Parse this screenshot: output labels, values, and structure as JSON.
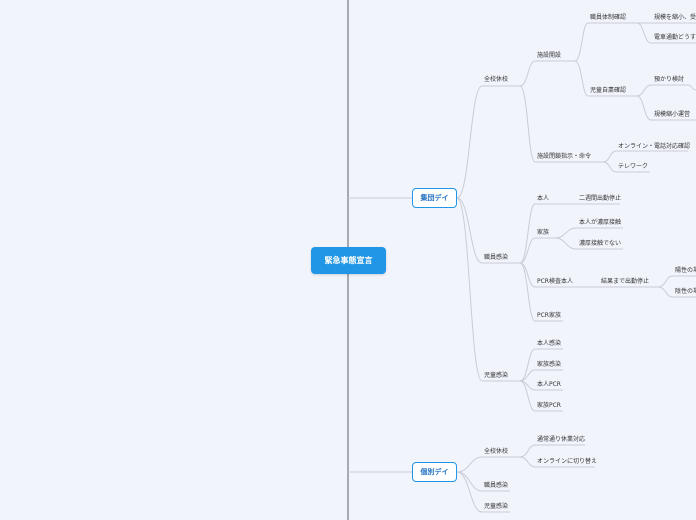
{
  "root": "緊急事態宣言",
  "main_topics": {
    "shudan": "集団デイ",
    "kobetsu": "個別デイ"
  },
  "labels": {
    "zenkoku_kyuko": "全校休校",
    "shisetsu_kaisetsu": "施設開設",
    "shokuin_taisei": "職員体制確認",
    "kibo_shukusho": "規模を縮小、受入",
    "denwa_renraku": "電車通勤どうする",
    "jidou_jitaku": "児童自粛確認",
    "uchu_kento": "預かり検討",
    "kibo_shoeigyo": "規模縮小運営",
    "shisetsu_heisa": "施設閉鎖指示・命令",
    "online_denwa": "オンライン・電話対応確認",
    "telework": "テレワーク",
    "shokuin_kansen": "職員感染",
    "honnin": "本人",
    "nishuukan": "二週間出勤停止",
    "kazoku": "家族",
    "honnin_noukou": "本人が濃厚接触",
    "noukou_nai": "濃厚接触でない",
    "pcr_honnin": "PCR検査本人",
    "kekka_made": "結果まで出勤停止",
    "yousei_no": "陽性の場",
    "insei_no": "陰性の場",
    "pcr_kazoku": "PCR家族",
    "jidou_kansen": "児童感染",
    "honnin_kansen": "本人感染",
    "kazoku_kansen": "家族感染",
    "honnin_pcr": "本人PCR",
    "kazoku_pcr": "家族PCR",
    "zenkoku_kyuko2": "全校休校",
    "tsujou_kyugyo": "通常通り休業対応",
    "online_kirikae": "オンラインに切り替え",
    "shokuin_kansen2": "職員感染",
    "jidou_kansen2": "児童感染"
  },
  "colors": {
    "background": "#f2f4fc",
    "accent": "#2196e6",
    "connector": "#c8ccd6",
    "divider": "#a6a9b0"
  }
}
